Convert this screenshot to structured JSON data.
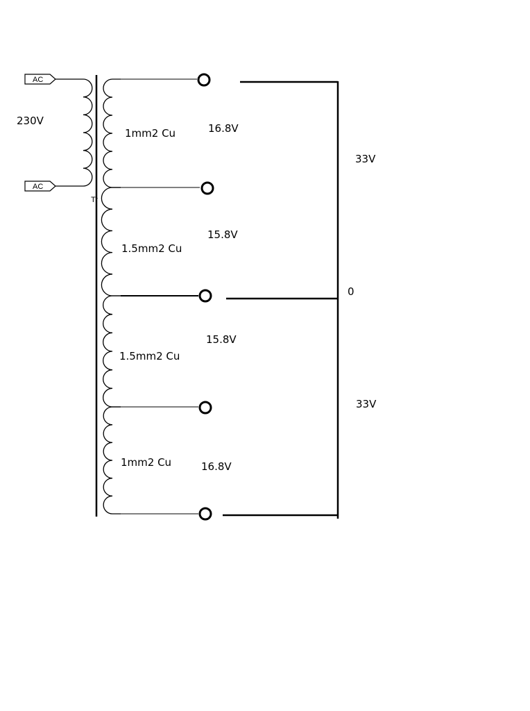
{
  "primary": {
    "input_tag_top": "AC",
    "input_tag_bottom": "AC",
    "voltage": "230V"
  },
  "core_tag": "Tr",
  "windings": [
    {
      "wire": "1mm2 Cu",
      "voltage": "16.8V"
    },
    {
      "wire": "1.5mm2 Cu",
      "voltage": "15.8V"
    },
    {
      "wire": "1.5mm2 Cu",
      "voltage": "15.8V"
    },
    {
      "wire": "1mm2 Cu",
      "voltage": "16.8V"
    }
  ],
  "outputs": {
    "upper_voltage": "33V",
    "center_label": "0",
    "lower_voltage": "33V"
  }
}
